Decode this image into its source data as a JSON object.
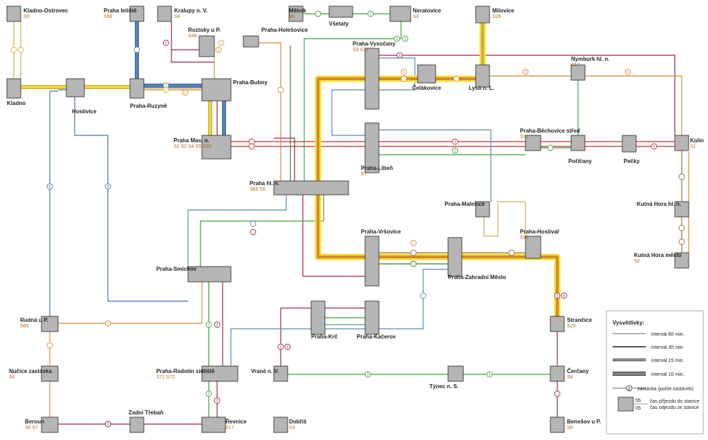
{
  "colors": {
    "red": "#cc2b2b",
    "maroon": "#9a2448",
    "orange": "#d8882e",
    "olive": "#c9b04a",
    "yellow": "#f5e02b",
    "green": "#3f9e3f",
    "darkgreen": "#2e7d32",
    "blue": "#4a6fa5",
    "steelblue": "#5b86b3",
    "brown": "#a0692e",
    "grey_box": "#b5b5b5"
  },
  "stations": [
    {
      "name": "Kladno-Ostrovec",
      "lines": "S5"
    },
    {
      "name": "Praha letiště",
      "lines": "S56"
    },
    {
      "name": "Kralupy n. V.",
      "lines": "S4"
    },
    {
      "name": "Mělník",
      "lines": "S8"
    },
    {
      "name": "Všetaty",
      "lines": ""
    },
    {
      "name": "Neratovice",
      "lines": "S3"
    },
    {
      "name": "Milovice",
      "lines": "S29"
    },
    {
      "name": "Roztoky u P.",
      "lines": "S49"
    },
    {
      "name": "Praha-Holešovice",
      "lines": ""
    },
    {
      "name": "Praha-Vysočany",
      "lines": "S3 S72"
    },
    {
      "name": "Kladno",
      "lines": ""
    },
    {
      "name": "Hostivice",
      "lines": ""
    },
    {
      "name": "Praha-Ruzyně",
      "lines": ""
    },
    {
      "name": "Praha-Bubny",
      "lines": ""
    },
    {
      "name": "Čelákovice",
      "lines": ""
    },
    {
      "name": "Lysá n. L.",
      "lines": ""
    },
    {
      "name": "Nymburk hl. n.",
      "lines": "S17"
    },
    {
      "name": "Praha Mas. n.",
      "lines": "S1 S2 S4 S5 S50"
    },
    {
      "name": "Praha-Libeň",
      "lines": "S7"
    },
    {
      "name": "Praha-Běchovice střed",
      "lines": "S71"
    },
    {
      "name": "Poříčany",
      "lines": ""
    },
    {
      "name": "Pečky",
      "lines": ""
    },
    {
      "name": "Kolín",
      "lines": "S1"
    },
    {
      "name": "Praha hl. n.",
      "lines": "S65 S6"
    },
    {
      "name": "Praha-Malešice",
      "lines": ""
    },
    {
      "name": "Kutná Hora hl. n.",
      "lines": ""
    },
    {
      "name": "Praha-Vršovice",
      "lines": ""
    },
    {
      "name": "Praha-Hostivař",
      "lines": "S49"
    },
    {
      "name": "Kutná Hora město",
      "lines": "S2"
    },
    {
      "name": "Praha-Smíchov",
      "lines": ""
    },
    {
      "name": "Praha-Zahradní Město",
      "lines": ""
    },
    {
      "name": "Rudná u P.",
      "lines": "S65"
    },
    {
      "name": "Praha-Krč",
      "lines": ""
    },
    {
      "name": "Praha-Kačerov",
      "lines": ""
    },
    {
      "name": "Strančice",
      "lines": "S29"
    },
    {
      "name": "Nučice zastávka",
      "lines": "S6"
    },
    {
      "name": "Praha-Radotín sídliště",
      "lines": "S71 S72"
    },
    {
      "name": "Vrané n. V.",
      "lines": ""
    },
    {
      "name": "Týnec n. S.",
      "lines": ""
    },
    {
      "name": "Čerčany",
      "lines": "S8"
    },
    {
      "name": "Beroun",
      "lines": "S6 S7"
    },
    {
      "name": "Zadní Třebaň",
      "lines": ""
    },
    {
      "name": "Řevnice",
      "lines": "S17"
    },
    {
      "name": "Dobříš",
      "lines": "S3"
    },
    {
      "name": "Benešov u P.",
      "lines": "S9"
    }
  ],
  "legend": {
    "title": "Vysvětlivky:",
    "items": [
      "interval 60 min.",
      "interval 30 min.",
      "interval 15 min.",
      "interval 10 min.",
      "zastávka (počet zastávek)",
      "čas příjezdu do stanice",
      "čas odjezdu ze stanice"
    ],
    "stop_sample": "2",
    "arrival_sample": "55",
    "departure_sample": "05"
  }
}
